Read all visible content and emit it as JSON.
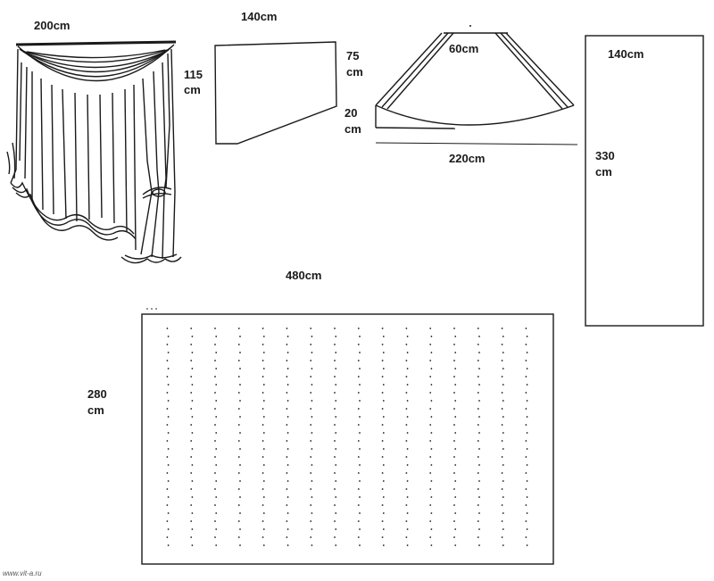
{
  "labels": {
    "curtain_width": "200cm",
    "side_panel_width": "140cm",
    "side_panel_height_left": "115",
    "side_panel_height_left_unit": "cm",
    "side_panel_height_right": "75",
    "side_panel_height_right_unit": "cm",
    "side_panel_drop": "20",
    "side_panel_drop_unit": "cm",
    "swag_top": "60cm",
    "swag_width": "220cm",
    "tall_panel_width": "140cm",
    "tall_panel_height": "330",
    "tall_panel_height_unit": "cm",
    "main_width": "480cm",
    "main_height": "280",
    "main_height_unit": "cm"
  },
  "watermark": "www.vit-a.ru",
  "colors": {
    "line": "#1a1a1a",
    "background": "#ffffff"
  }
}
